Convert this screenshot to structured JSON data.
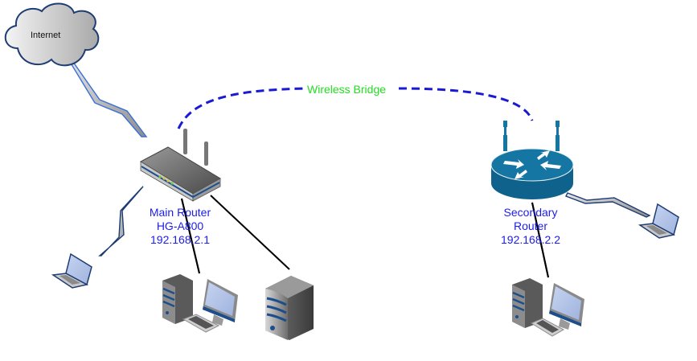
{
  "diagram": {
    "title": "Wireless Bridge Network Diagram",
    "colors": {
      "label": "#1d1dea",
      "bridge_label": "#22dd22",
      "bridge_line": "#1a1ad4",
      "wired_line": "#000000",
      "router_blue": "#1676a3"
    },
    "nodes": {
      "internet": {
        "label": "Internet",
        "icon": "cloud-icon"
      },
      "main_router": {
        "lines": [
          "Main Router",
          "HG-A800",
          "192.168.2.1"
        ],
        "icon": "home-router-icon"
      },
      "secondary_router": {
        "lines": [
          "Secondary",
          "Router",
          "192.168.2.2"
        ],
        "icon": "cisco-router-icon"
      },
      "laptop_left": {
        "icon": "laptop-icon"
      },
      "laptop_right": {
        "icon": "laptop-icon"
      },
      "desktop_left": {
        "icon": "desktop-computer-icon"
      },
      "server": {
        "icon": "server-tower-icon"
      },
      "desktop_right": {
        "icon": "desktop-computer-icon"
      }
    },
    "links": [
      {
        "from": "internet",
        "to": "main_router",
        "type": "wan-lightning"
      },
      {
        "from": "main_router",
        "to": "laptop_left",
        "type": "wireless-lightning"
      },
      {
        "from": "main_router",
        "to": "desktop_left",
        "type": "wired"
      },
      {
        "from": "main_router",
        "to": "server",
        "type": "wired"
      },
      {
        "from": "main_router",
        "to": "secondary_router",
        "type": "wireless-bridge",
        "label": "Wireless Bridge"
      },
      {
        "from": "secondary_router",
        "to": "laptop_right",
        "type": "wireless-lightning"
      },
      {
        "from": "secondary_router",
        "to": "desktop_right",
        "type": "wired"
      }
    ]
  }
}
